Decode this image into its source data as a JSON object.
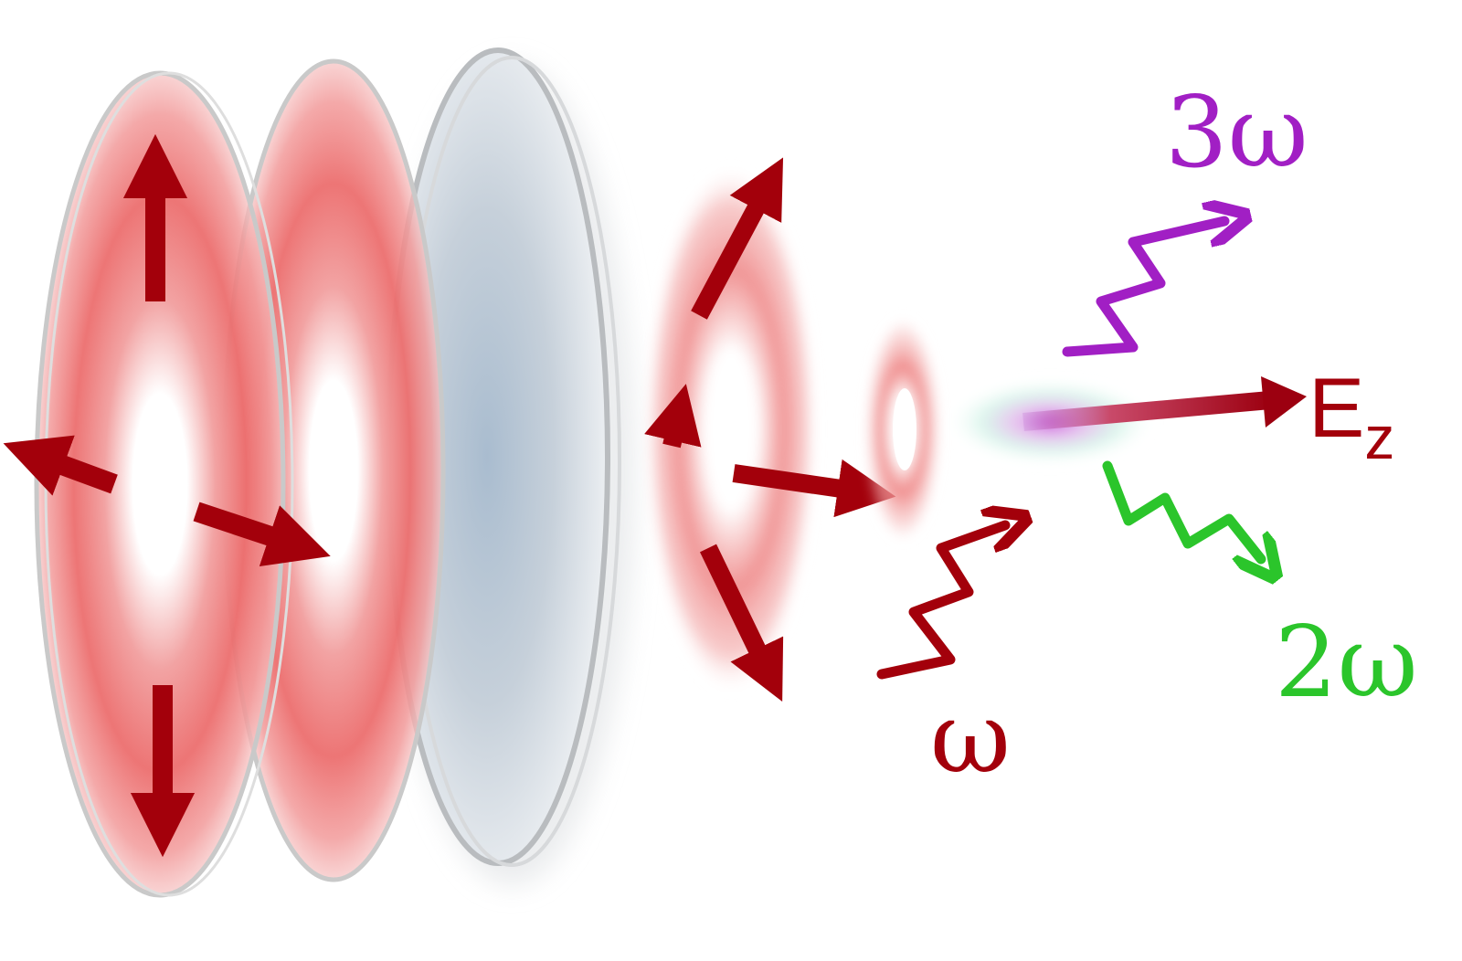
{
  "labels": {
    "third_harmonic": "3ω",
    "second_harmonic": "2ω",
    "fundamental": "ω",
    "field_main": "E",
    "field_sub": "z"
  },
  "colors": {
    "beam_red": "#e23a3a",
    "arrow_red": "#a3000b",
    "third_harmonic": "#a11fc4",
    "second_harmonic": "#2bc52b",
    "fundamental": "#a3000b",
    "lens": "#9fb3c8"
  }
}
